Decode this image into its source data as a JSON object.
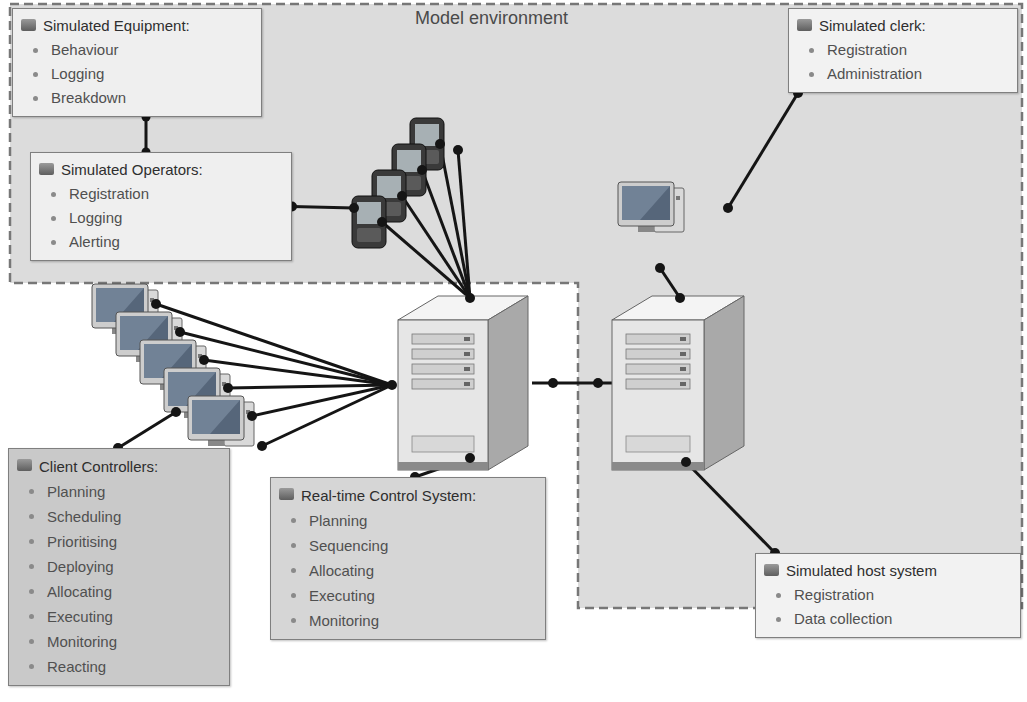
{
  "diagram": {
    "nodes": [
      {
        "text": [
          "Model environment"
        ]
      },
      {
        "text": [
          "Simulated Equipment:",
          "Behaviour",
          "Logging",
          "Breakdown"
        ],
        "in": 0
      },
      {
        "text": [
          "Simulated Operators:",
          "Registration",
          "Logging",
          "Alerting"
        ],
        "in": 0
      },
      {
        "text": [
          "Simulated clerk:",
          "Registration",
          "Administration"
        ],
        "in": 0
      },
      {
        "text": [
          "Client Controllers:",
          "Planning",
          "Scheduling",
          "Prioritising",
          "Deploying",
          "Allocating",
          "Executing",
          "Monitoring",
          "Reacting"
        ]
      },
      {
        "text": [
          "Real-time Control System:",
          "Planning",
          "Sequencing",
          "Allocating",
          "Executing",
          "Monitoring"
        ]
      },
      {
        "text": [
          "Simulated host system",
          "Registration",
          "Data collection"
        ],
        "in": 0
      }
    ],
    "edges": [
      {
        "from": 1,
        "to": 2,
        "arrow": "none"
      }
    ]
  }
}
